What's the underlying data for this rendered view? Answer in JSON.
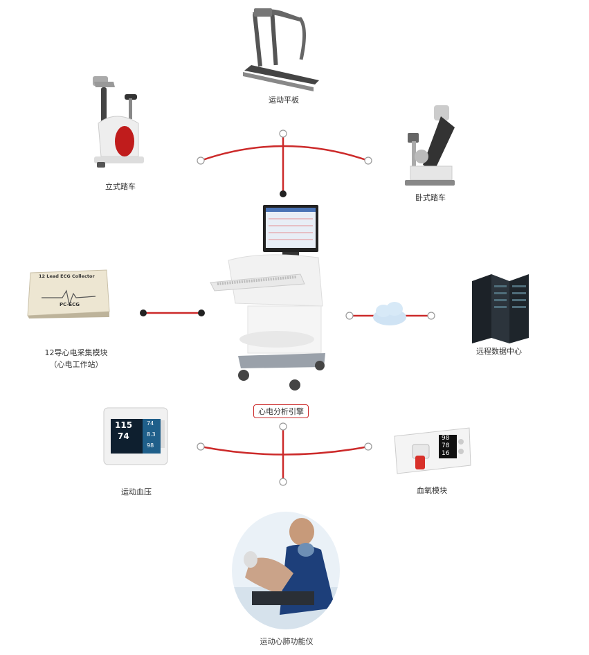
{
  "center": {
    "label": "心电分析引擎"
  },
  "devices": {
    "treadmill": "运动平板",
    "upright_bike": "立式踏车",
    "supine_bike": "卧式踏车",
    "ecg_module": {
      "line1": "12导心电采集模块",
      "line2": "（心电工作站）"
    },
    "ecg_device_text": {
      "title": "12 Lead ECG Collector",
      "model": "PC-ECG"
    },
    "data_center": "远程数据中心",
    "exercise_bp": "运动血压",
    "exercise_bp_screen": {
      "v1": "115",
      "v2": "74",
      "v3": "74",
      "v4": "8.3",
      "v5": "98"
    },
    "spo2_module": "血氧模块",
    "spo2_screen": {
      "v1": "98",
      "v2": "78",
      "v3": "16"
    },
    "cpet": "运动心肺功能仪"
  },
  "colors": {
    "connector": "#cc2a2a",
    "node_dark": "#222222"
  }
}
